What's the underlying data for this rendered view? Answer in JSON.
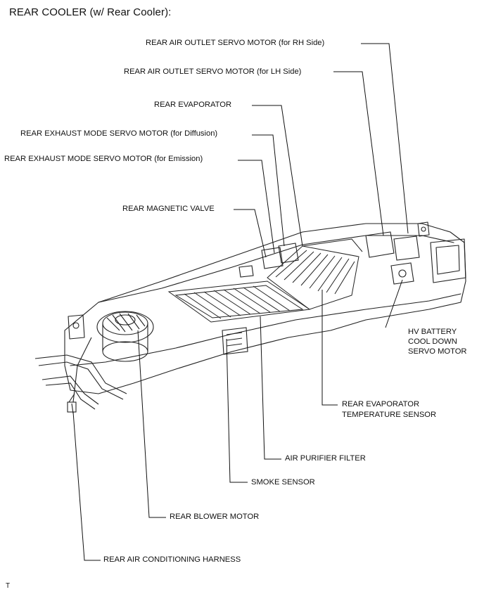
{
  "title": "REAR COOLER (w/ Rear Cooler):",
  "labels": {
    "outlet_rh": "REAR AIR OUTLET SERVO MOTOR (for RH Side)",
    "outlet_lh": "REAR AIR OUTLET SERVO MOTOR (for LH Side)",
    "evaporator": "REAR EVAPORATOR",
    "exhaust_diffusion": "REAR EXHAUST MODE SERVO MOTOR (for Diffusion)",
    "exhaust_emission": "REAR EXHAUST MODE SERVO MOTOR (for Emission)",
    "magnetic_valve": "REAR MAGNETIC VALVE",
    "hv_battery_1": "HV BATTERY",
    "hv_battery_2": "COOL DOWN",
    "hv_battery_3": "SERVO MOTOR",
    "evap_temp_1": "REAR EVAPORATOR",
    "evap_temp_2": "TEMPERATURE SENSOR",
    "air_purifier": "AIR PURIFIER FILTER",
    "smoke_sensor": "SMOKE SENSOR",
    "blower_motor": "REAR BLOWER MOTOR",
    "harness": "REAR AIR CONDITIONING HARNESS"
  },
  "corner_mark": "T"
}
